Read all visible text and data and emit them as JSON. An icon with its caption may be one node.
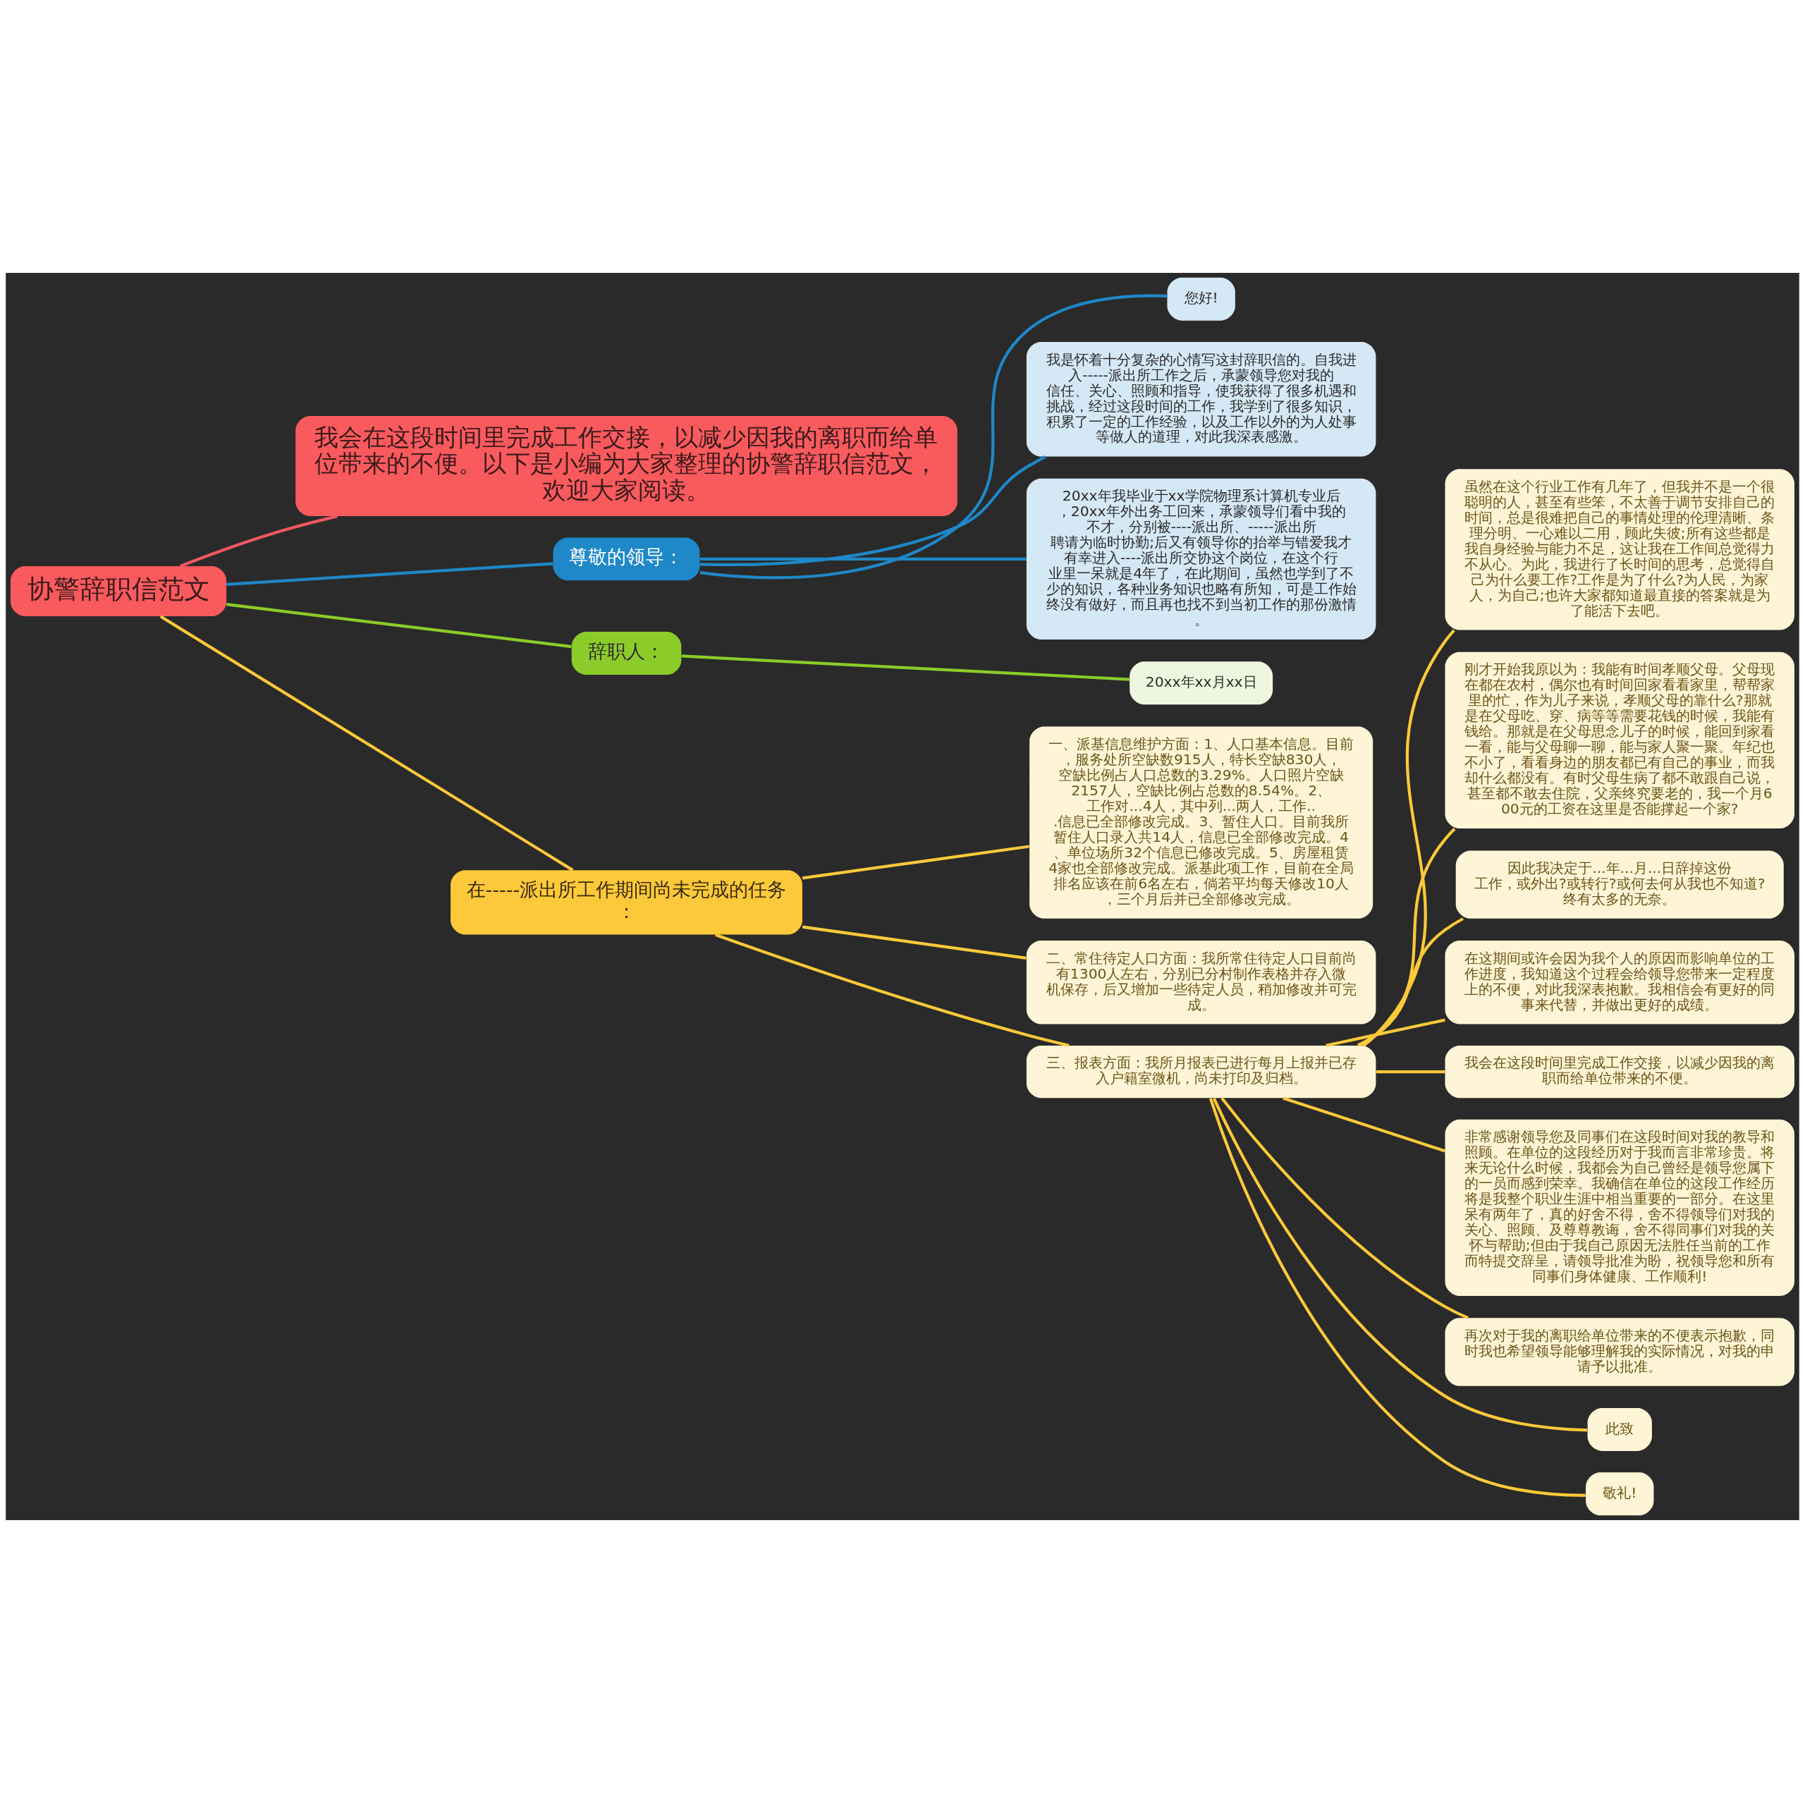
{
  "diagram": {
    "nodes": [
      {
        "text": [
          "协警辞职信范文"
        ]
      },
      {
        "text": [
          "我会在这段时间里完成工作交接，以减少因我的离职而给单位带来的不便。以下是小编为大家整理的协警辞职信范文，欢迎大家阅读。"
        ]
      },
      {
        "text": [
          "尊敬的领导："
        ]
      },
      {
        "text": [
          "您好!"
        ]
      },
      {
        "text": [
          "我是怀着十分复杂的心情写这封辞职信的。自我进入-----派出所工作之后，承蒙领导您对我的信任、关心、照顾和指导，使我获得了很多机遇和挑战，经过这段时间的工作，我学到了很多知识，积累了一定的工作经验，以及工作以外的为人处事等做人的道理，对此我深表感激。"
        ]
      },
      {
        "text": [
          "20xx年我毕业于xx学院物理系计算机专业后，20xx年外出务工回来，承蒙领导们看中我的不才，分别被----派出所、-----派出所聘请为临时协勤;后又有领导你的抬举与错爱我才有幸进入----派出所交协这个岗位，在这个行业里一呆就是4年了，在此期间，虽然也学到了不少的知识，各种业务知识也略有所知，可是工作始终没有做好，而且再也找不到当初工作的那份激情。"
        ]
      },
      {
        "text": [
          "辞职人："
        ]
      },
      {
        "text": [
          "20xx年xx月xx日"
        ]
      },
      {
        "text": [
          "在-----派出所工作期间尚未完成的任务："
        ]
      },
      {
        "text": [
          "一、派基信息维护方面：1、人口基本信息。目前，服务处所空缺数915人，特长空缺830人，空缺比例占人口总数的3.29%。人口照片空缺2157人，空缺比例占总数的8.54%。2、工作对...4人，其中列...两人，工作...信息已全部修改完成。3、暂住人口。目前我所暂住人口录入共14人，信息已全部修改完成。4、单位场所32个信息已修改完成。5、房屋租赁4家也全部修改完成。派基此项工作，目前在全局排名应该在前6名左右，倘若平均每天修改10人，三个月后并已全部修改完成。"
        ]
      },
      {
        "text": [
          "二、常住待定人口方面：我所常住待定人口目前尚有1300人左右，分别已分村制作表格并存入微机保存，后又增加一些待定人员，稍加修改并可完成。"
        ]
      },
      {
        "text": [
          "三、报表方面：我所月报表已进行每月上报并已存入户籍室微机，尚未打印及归档。"
        ]
      },
      {
        "text": [
          "虽然在这个行业工作有几年了，但我并不是一个很聪明的人，甚至有些笨，不太善于调节安排自己的时间，总是很难把自己的事情处理的伦理清晰、条理分明、一心难以二用，顾此失彼;所有这些都是我自身经验与能力不足，这让我在工作间总觉得力不从心。为此，我进行了长时间的思考，总觉得自己为什么要工作?工作是为了什么?为人民，为家人，为自己;也许大家都知道最直接的答案就是为了能活下去吧。"
        ]
      },
      {
        "text": [
          "刚才开始我原以为：我能有时间孝顺父母。父母现在都在农村，偶尔也有时间回家看看家里，帮帮家里的忙，作为儿子来说，孝顺父母的靠什么?那就是在父母吃、穿、病等等需要花钱的时候，我能有钱给。那就是在父母思念儿子的时候，能回到家看一看，能与父母聊一聊，能与家人聚一聚。年纪也不小了，看看身边的朋友都已有自己的事业，而我却什么都没有。有时父母生病了都不敢跟自己说，甚至都不敢去住院，父亲终究要老的，我一个月600元的工资在这里是否能撑起一个家?"
        ]
      },
      {
        "text": [
          "因此我决定于...年...月...日辞掉这份工作，或外出?或转行?或何去何从我也不知道?终有太多的无奈。"
        ]
      },
      {
        "text": [
          "在这期间或许会因为我个人的原因而影响单位的工作进度，我知道这个过程会给领导您带来一定程度上的不便，对此我深表抱歉。我相信会有更好的同事来代替，并做出更好的成绩。"
        ]
      },
      {
        "text": [
          "我会在这段时间里完成工作交接，以减少因我的离职而给单位带来的不便。"
        ]
      },
      {
        "text": [
          "非常感谢领导您及同事们在这段时间对我的教导和照顾。在单位的这段经历对于我而言非常珍贵。将来无论什么时候，我都会为自己曾经是领导您属下的一员而感到荣幸。我确信在单位的这段工作经历将是我整个职业生涯中相当重要的一部分。在这里呆有两年了，真的好舍不得，舍不得领导们对我的关心、照顾、及尊尊教诲，舍不得同事们对我的关怀与帮助;但由于我自己原因无法胜任当前的工作而特提交辞呈，请领导批准为盼，祝领导您和所有同事们身体健康、工作顺利!"
        ]
      },
      {
        "text": [
          "再次对于我的离职给单位带来的不便表示抱歉，同时我也希望领导能够理解我的实际情况，对我的申请予以批准。"
        ]
      },
      {
        "text": [
          "此致"
        ]
      },
      {
        "text": [
          "敬礼!"
        ]
      }
    ],
    "edges": [
      {
        "from": 0,
        "to": 1,
        "arrow": "none",
        "color": "#f0595f"
      },
      {
        "from": 0,
        "to": 2,
        "arrow": "none",
        "color": "#1e88c8"
      },
      {
        "from": 2,
        "to": 3,
        "arrow": "none",
        "color": "#1e88c8"
      },
      {
        "from": 2,
        "to": 4,
        "arrow": "none",
        "color": "#1e88c8"
      },
      {
        "from": 2,
        "to": 5,
        "arrow": "none",
        "color": "#1e88c8"
      },
      {
        "from": 0,
        "to": 6,
        "arrow": "none",
        "color": "#8ccc2a"
      },
      {
        "from": 6,
        "to": 7,
        "arrow": "none",
        "color": "#8ccc2a"
      },
      {
        "from": 0,
        "to": 8,
        "arrow": "none"
      },
      {
        "from": 8,
        "to": 9,
        "arrow": "none"
      },
      {
        "from": 8,
        "to": 10,
        "arrow": "none"
      },
      {
        "from": 8,
        "to": 11,
        "arrow": "none"
      },
      {
        "from": 11,
        "to": 12,
        "arrow": "none"
      },
      {
        "from": 11,
        "to": 13,
        "arrow": "none"
      },
      {
        "from": 11,
        "to": 14,
        "arrow": "none"
      },
      {
        "from": 11,
        "to": 15,
        "arrow": "none"
      },
      {
        "from": 11,
        "to": 16,
        "arrow": "none"
      },
      {
        "from": 11,
        "to": 17,
        "arrow": "none"
      },
      {
        "from": 11,
        "to": 18,
        "arrow": "none"
      },
      {
        "from": 11,
        "to": 19,
        "arrow": "none"
      },
      {
        "from": 11,
        "to": 20,
        "arrow": "none"
      }
    ]
  }
}
